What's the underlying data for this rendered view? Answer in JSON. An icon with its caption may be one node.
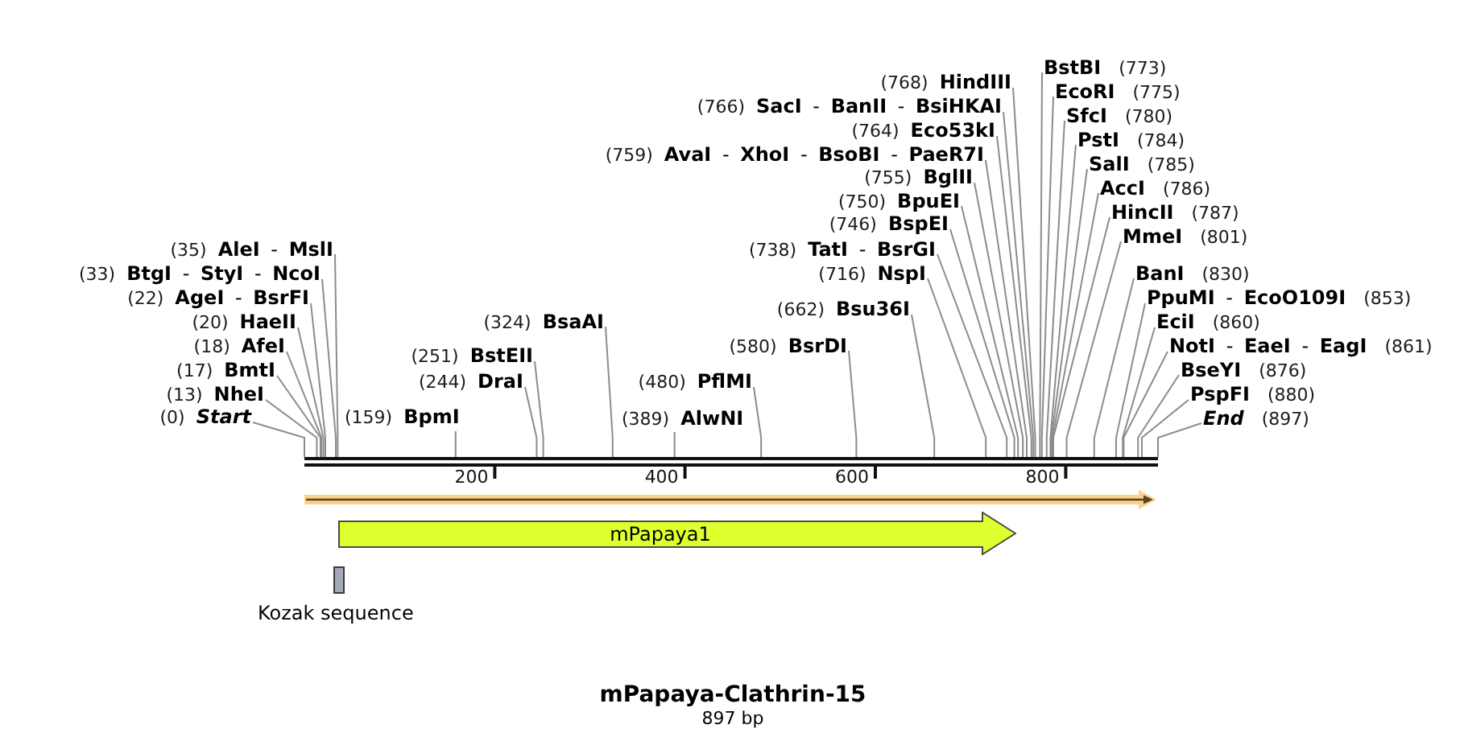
{
  "diagram": {
    "title": "mPapaya-Clathrin-15",
    "caption": "897 bp",
    "nodes": [
      {
        "text": [
          "BstBI",
          "(773)"
        ]
      },
      {
        "text": [
          "(768)",
          "HindIII"
        ]
      },
      {
        "text": [
          "EcoRI",
          "(775)"
        ]
      },
      {
        "text": [
          "(766)",
          "**SacI** - **BanII** - **BsiHKAI**"
        ]
      },
      {
        "text": [
          "SfcI",
          "(780)"
        ]
      },
      {
        "text": [
          "(764)",
          "Eco53kI"
        ]
      },
      {
        "text": [
          "PstI",
          "(784)"
        ]
      },
      {
        "text": [
          "(759)",
          "**AvaI** - **XhoI** - **BsoBI** - **PaeR7I**"
        ]
      },
      {
        "text": [
          "SalI",
          "(785)"
        ]
      },
      {
        "text": [
          "(755)",
          "BglII"
        ]
      },
      {
        "text": [
          "AccI",
          "(786)"
        ]
      },
      {
        "text": [
          "(750)",
          "BpuEI"
        ]
      },
      {
        "text": [
          "HincII",
          "(787)"
        ]
      },
      {
        "text": [
          "(746)",
          "BspEI"
        ]
      },
      {
        "text": [
          "MmeI",
          "(801)"
        ]
      },
      {
        "text": [
          "(35)",
          "**AleI** - **MslI**"
        ]
      },
      {
        "text": [
          "(738)",
          "**TatI** - **BsrGI**"
        ]
      },
      {
        "text": [
          "(33)",
          "**BtgI** - **StyI** - **NcoI**"
        ]
      },
      {
        "text": [
          "(716)",
          "NspI"
        ]
      },
      {
        "text": [
          "BanI",
          "(830)"
        ]
      },
      {
        "text": [
          "(22)",
          "**AgeI** - **BsrFI**"
        ]
      },
      {
        "text": [
          "**PpuMI** - **EcoO109I**",
          "(853)"
        ]
      },
      {
        "text": [
          "(662)",
          "Bsu36I"
        ]
      },
      {
        "text": [
          "(20)",
          "HaeII"
        ]
      },
      {
        "text": [
          "(324)",
          "BsaAI"
        ]
      },
      {
        "text": [
          "EciI",
          "(860)"
        ]
      },
      {
        "text": [
          "(18)",
          "AfeI"
        ]
      },
      {
        "text": [
          "(580)",
          "BsrDI"
        ]
      },
      {
        "text": [
          "**NotI** - **EaeI** - **EagI**",
          "(861)"
        ]
      },
      {
        "text": [
          "(251)",
          "BstEII"
        ]
      },
      {
        "text": [
          "(17)",
          "BmtI"
        ]
      },
      {
        "text": [
          "BseYI",
          "(876)"
        ]
      },
      {
        "text": [
          "(244)",
          "DraI"
        ]
      },
      {
        "text": [
          "(480)",
          "PflMI"
        ]
      },
      {
        "text": [
          "(13)",
          "NheI"
        ]
      },
      {
        "text": [
          "PspFI",
          "(880)"
        ]
      },
      {
        "text": [
          "(0)",
          "Start"
        ]
      },
      {
        "text": [
          "(159)",
          "BpmI"
        ]
      },
      {
        "text": [
          "(389)",
          "AlwNI"
        ]
      },
      {
        "text": [
          "End",
          "(897)"
        ]
      },
      {
        "text": [],
        "shape": "bar"
      },
      {
        "text": [],
        "shape": "band"
      },
      {
        "text": [
          "mPapaya1"
        ]
      },
      {
        "text": [
          "Kozak sequence"
        ]
      }
    ],
    "edges": [
      {
        "from": 0,
        "to": 40,
        "arrow": "none"
      },
      {
        "from": 1,
        "to": 40,
        "arrow": "none"
      },
      {
        "from": 2,
        "to": 40,
        "arrow": "none"
      },
      {
        "from": 3,
        "to": 40,
        "arrow": "none"
      },
      {
        "from": 4,
        "to": 40,
        "arrow": "none"
      },
      {
        "from": 5,
        "to": 40,
        "arrow": "none"
      },
      {
        "from": 6,
        "to": 40,
        "arrow": "none"
      },
      {
        "from": 7,
        "to": 40,
        "arrow": "none"
      },
      {
        "from": 8,
        "to": 40,
        "arrow": "none"
      },
      {
        "from": 9,
        "to": 40,
        "arrow": "none"
      },
      {
        "from": 10,
        "to": 40,
        "arrow": "none"
      },
      {
        "from": 11,
        "to": 40,
        "arrow": "none"
      },
      {
        "from": 12,
        "to": 40,
        "arrow": "none"
      },
      {
        "from": 13,
        "to": 40,
        "arrow": "none"
      },
      {
        "from": 14,
        "to": 40,
        "arrow": "none"
      },
      {
        "from": 15,
        "to": 40,
        "arrow": "none"
      },
      {
        "from": 16,
        "to": 40,
        "arrow": "none"
      },
      {
        "from": 17,
        "to": 40,
        "arrow": "none"
      },
      {
        "from": 18,
        "to": 40,
        "arrow": "none"
      },
      {
        "from": 19,
        "to": 40,
        "arrow": "none"
      },
      {
        "from": 20,
        "to": 40,
        "arrow": "none"
      },
      {
        "from": 21,
        "to": 40,
        "arrow": "none"
      },
      {
        "from": 22,
        "to": 40,
        "arrow": "none"
      },
      {
        "from": 23,
        "to": 40,
        "arrow": "none"
      },
      {
        "from": 24,
        "to": 40,
        "arrow": "none"
      },
      {
        "from": 25,
        "to": 40,
        "arrow": "none"
      },
      {
        "from": 26,
        "to": 40,
        "arrow": "none"
      },
      {
        "from": 27,
        "to": 40,
        "arrow": "none"
      },
      {
        "from": 28,
        "to": 40,
        "arrow": "none"
      },
      {
        "from": 29,
        "to": 40,
        "arrow": "none"
      },
      {
        "from": 30,
        "to": 40,
        "arrow": "none"
      },
      {
        "from": 31,
        "to": 40,
        "arrow": "none"
      },
      {
        "from": 32,
        "to": 40,
        "arrow": "none"
      },
      {
        "from": 33,
        "to": 40,
        "arrow": "none"
      },
      {
        "from": 34,
        "to": 40,
        "arrow": "none"
      },
      {
        "from": 35,
        "to": 40,
        "arrow": "none"
      },
      {
        "from": 36,
        "to": 40,
        "arrow": "none"
      },
      {
        "from": 37,
        "to": 40,
        "arrow": "none"
      },
      {
        "from": 38,
        "to": 40,
        "arrow": "none"
      },
      {
        "from": 39,
        "to": 40,
        "arrow": "none"
      }
    ],
    "labels": [
      "200",
      "400",
      "600",
      "800"
    ]
  }
}
